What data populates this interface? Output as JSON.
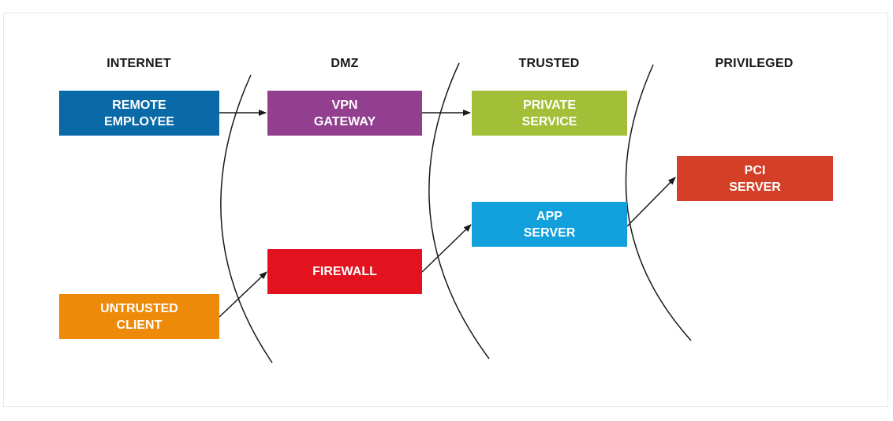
{
  "zones": {
    "internet": "INTERNET",
    "dmz": "DMZ",
    "trusted": "TRUSTED",
    "privileged": "PRIVILEGED"
  },
  "nodes": {
    "remote_employee": {
      "line1": "REMOTE",
      "line2": "EMPLOYEE",
      "color": "#0a6aa8"
    },
    "untrusted_client": {
      "line1": "UNTRUSTED",
      "line2": "CLIENT",
      "color": "#ee8a0a"
    },
    "vpn_gateway": {
      "line1": "VPN",
      "line2": "GATEWAY",
      "color": "#923f8f"
    },
    "firewall": {
      "line1": "FIREWALL",
      "line2": "",
      "color": "#e2121f"
    },
    "private_service": {
      "line1": "PRIVATE",
      "line2": "SERVICE",
      "color": "#a2bf37"
    },
    "app_server": {
      "line1": "APP",
      "line2": "SERVER",
      "color": "#11a0dc"
    },
    "pci_server": {
      "line1": "PCI",
      "line2": "SERVER",
      "color": "#d43f27"
    }
  },
  "edges": [
    {
      "from": "remote_employee",
      "to": "vpn_gateway"
    },
    {
      "from": "vpn_gateway",
      "to": "private_service"
    },
    {
      "from": "untrusted_client",
      "to": "firewall"
    },
    {
      "from": "firewall",
      "to": "app_server"
    },
    {
      "from": "app_server",
      "to": "pci_server"
    }
  ],
  "colors": {
    "boundary": "#1a1a1a",
    "arrow": "#1a1a1a"
  }
}
